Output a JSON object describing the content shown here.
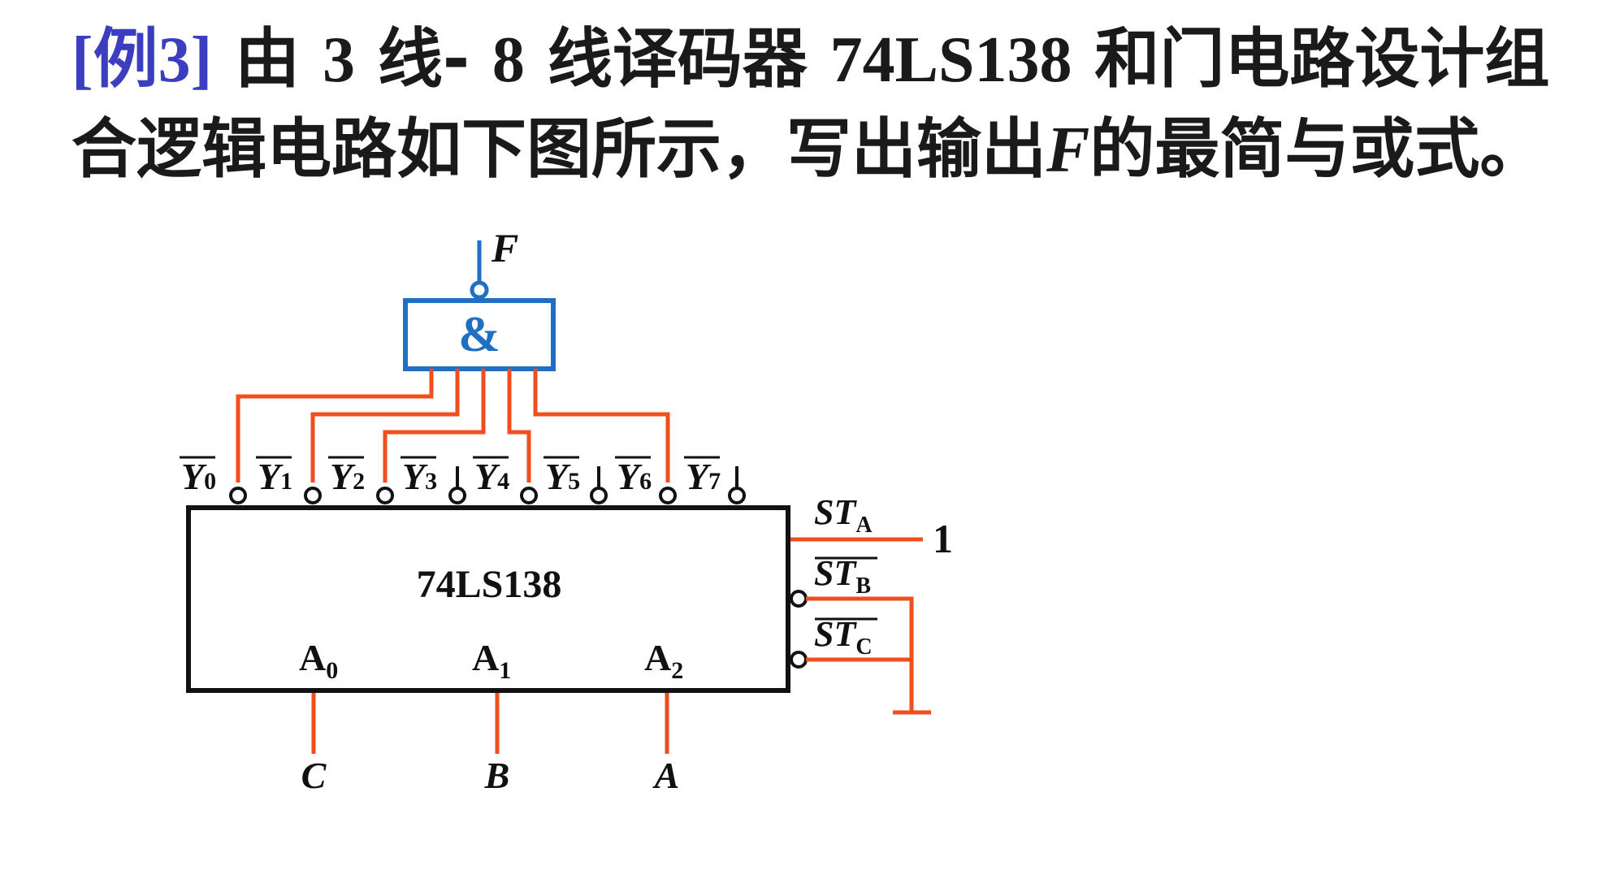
{
  "problem": {
    "tag": "[例3]",
    "line1_a": "由",
    "line1_n1": "3",
    "line1_b": "线-",
    "line1_n2": "8",
    "line1_c": "线译码器",
    "line1_chip": "74LS138",
    "line1_d": "和门电路设计组",
    "line2_a": "合逻辑电路如下图所示，写出输出",
    "line2_var": "F",
    "line2_b": "的最简与或式。"
  },
  "circuit": {
    "chip_label": "74LS138",
    "gate_symbol": "&",
    "gate_output_label": "F",
    "outputs": [
      {
        "base": "Y",
        "sub": "0",
        "connected": true
      },
      {
        "base": "Y",
        "sub": "1",
        "connected": true
      },
      {
        "base": "Y",
        "sub": "2",
        "connected": true
      },
      {
        "base": "Y",
        "sub": "3",
        "connected": false
      },
      {
        "base": "Y",
        "sub": "4",
        "connected": true
      },
      {
        "base": "Y",
        "sub": "5",
        "connected": false
      },
      {
        "base": "Y",
        "sub": "6",
        "connected": true
      },
      {
        "base": "Y",
        "sub": "7",
        "connected": false
      }
    ],
    "address_inputs": [
      {
        "pin": "A",
        "sub": "0",
        "signal": "C"
      },
      {
        "pin": "A",
        "sub": "1",
        "signal": "B"
      },
      {
        "pin": "A",
        "sub": "2",
        "signal": "A"
      }
    ],
    "enables": [
      {
        "base": "ST",
        "sub": "A",
        "inverted": false
      },
      {
        "base": "ST",
        "sub": "B",
        "inverted": true
      },
      {
        "base": "ST",
        "sub": "C",
        "inverted": true
      }
    ],
    "st_a_value": "1",
    "colors": {
      "wire": "#f04e1e",
      "gate": "#1f6fc4",
      "chip": "#111111",
      "tag": "#3b3fbf"
    }
  }
}
